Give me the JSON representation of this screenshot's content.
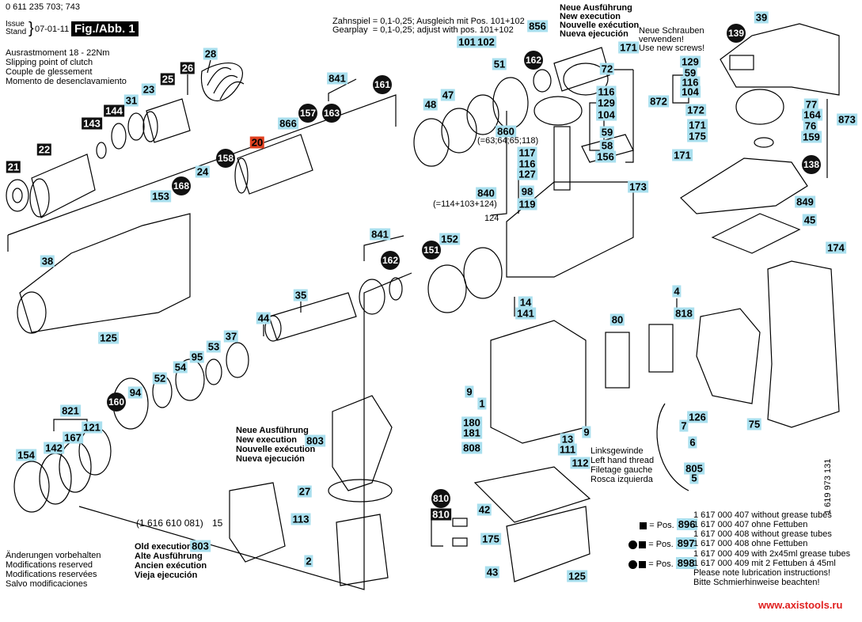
{
  "header": {
    "part_number": "0 611 235 703; 743",
    "issue_label": "Issue",
    "stand_label": "Stand",
    "date": "07-01-11",
    "figure": "Fig./Abb. 1"
  },
  "notes": {
    "clutch": [
      "Ausrastmoment 18 - 22Nm",
      "Slipping point of clutch",
      "Couple de glessement",
      "Momento de desenclavamiento"
    ],
    "gearplay": [
      "Zahnspiel = 0,1-0,25; Ausgleich mit Pos. 101+102",
      "Gearplay  = 0,1-0,25; adjust with pos. 101+102"
    ],
    "new_execution_top": [
      "Neue Ausführung",
      "New execution",
      "Nouvelle exécution",
      "Nueva ejecución"
    ],
    "new_screws": [
      "Neue Schrauben",
      "verwenden!",
      "Use new screws!"
    ],
    "eq_860": "(=63;64;65;118)",
    "eq_840": "(=114+103+124)",
    "plain_124": "124",
    "new_execution_bottom": [
      "Neue Ausführung",
      "New execution",
      "Nouvelle exécution",
      "Nueva ejecución"
    ],
    "left_thread": [
      "Linksgewinde",
      "Left hand thread",
      "Filetage gauche",
      "Rosca izquierda"
    ],
    "old_part": "(1 616 610 081)",
    "plain_15": "15",
    "old_execution": [
      "Old execution",
      "Alte Ausführung",
      "Ancien exécution",
      "Vieja ejecución"
    ],
    "modifications": [
      "Änderungen vorbehalten",
      "Modifications reserved",
      "Modifications reservées",
      "Salvo modificaciones"
    ],
    "drawing_number": "1 619 973 131"
  },
  "legend": [
    {
      "symbols": "square",
      "prefix": "= Pos.",
      "pos": "896",
      "lines": [
        "1 617 000 407 without grease tubes",
        "1 617 000 407 ohne Fettuben"
      ]
    },
    {
      "symbols": "circle-square",
      "prefix": "= Pos.",
      "pos": "897",
      "lines": [
        "1 617 000 408 without grease tubes",
        "1 617 000 408 ohne Fettuben"
      ]
    },
    {
      "symbols": "circle-square",
      "prefix": "= Pos.",
      "pos": "898",
      "lines": [
        "1 617 000 409 with 2x45ml grease tubes",
        "1 617 000 409 mit 2 Fettuben á 45ml",
        "Please note lubrication instructions!",
        "Bitte Schmierhinweise beachten!"
      ]
    }
  ],
  "website": "www.axistools.ru",
  "colors": {
    "callout": "#a9dfee",
    "dark": "#111111",
    "highlight": "#e0401f",
    "website": "#e0201f"
  },
  "callouts": [
    {
      "n": "28",
      "kind": "blue"
    },
    {
      "n": "23",
      "kind": "blue"
    },
    {
      "n": "31",
      "kind": "blue"
    },
    {
      "n": "24",
      "kind": "blue"
    },
    {
      "n": "153",
      "kind": "blue"
    },
    {
      "n": "38",
      "kind": "blue"
    },
    {
      "n": "125",
      "kind": "blue"
    },
    {
      "n": "35",
      "kind": "blue"
    },
    {
      "n": "44",
      "kind": "blue"
    },
    {
      "n": "37",
      "kind": "blue"
    },
    {
      "n": "53",
      "kind": "blue"
    },
    {
      "n": "95",
      "kind": "blue"
    },
    {
      "n": "54",
      "kind": "blue"
    },
    {
      "n": "52",
      "kind": "blue"
    },
    {
      "n": "94",
      "kind": "blue"
    },
    {
      "n": "821",
      "kind": "blue"
    },
    {
      "n": "167",
      "kind": "blue"
    },
    {
      "n": "121",
      "kind": "blue"
    },
    {
      "n": "142",
      "kind": "blue"
    },
    {
      "n": "154",
      "kind": "blue"
    },
    {
      "n": "866",
      "kind": "blue"
    },
    {
      "n": "841",
      "kind": "blue"
    },
    {
      "n": "841",
      "kind": "blue"
    },
    {
      "n": "152",
      "kind": "blue"
    },
    {
      "n": "101",
      "kind": "blue"
    },
    {
      "n": "102",
      "kind": "blue"
    },
    {
      "n": "51",
      "kind": "blue"
    },
    {
      "n": "47",
      "kind": "blue"
    },
    {
      "n": "48",
      "kind": "blue"
    },
    {
      "n": "856",
      "kind": "blue"
    },
    {
      "n": "171",
      "kind": "blue"
    },
    {
      "n": "72",
      "kind": "blue"
    },
    {
      "n": "116",
      "kind": "blue"
    },
    {
      "n": "129",
      "kind": "blue"
    },
    {
      "n": "104",
      "kind": "blue"
    },
    {
      "n": "59",
      "kind": "blue"
    },
    {
      "n": "58",
      "kind": "blue"
    },
    {
      "n": "156",
      "kind": "blue"
    },
    {
      "n": "872",
      "kind": "blue"
    },
    {
      "n": "129",
      "kind": "blue"
    },
    {
      "n": "59",
      "kind": "blue"
    },
    {
      "n": "116",
      "kind": "blue"
    },
    {
      "n": "104",
      "kind": "blue"
    },
    {
      "n": "39",
      "kind": "blue"
    },
    {
      "n": "172",
      "kind": "blue"
    },
    {
      "n": "171",
      "kind": "blue"
    },
    {
      "n": "175",
      "kind": "blue"
    },
    {
      "n": "171",
      "kind": "blue"
    },
    {
      "n": "77",
      "kind": "blue"
    },
    {
      "n": "164",
      "kind": "blue"
    },
    {
      "n": "76",
      "kind": "blue"
    },
    {
      "n": "159",
      "kind": "blue"
    },
    {
      "n": "873",
      "kind": "blue"
    },
    {
      "n": "173",
      "kind": "blue"
    },
    {
      "n": "849",
      "kind": "blue"
    },
    {
      "n": "45",
      "kind": "blue"
    },
    {
      "n": "174",
      "kind": "blue"
    },
    {
      "n": "860",
      "kind": "blue"
    },
    {
      "n": "117",
      "kind": "blue"
    },
    {
      "n": "116",
      "kind": "blue"
    },
    {
      "n": "127",
      "kind": "blue"
    },
    {
      "n": "840",
      "kind": "blue"
    },
    {
      "n": "98",
      "kind": "blue"
    },
    {
      "n": "119",
      "kind": "blue"
    },
    {
      "n": "14",
      "kind": "blue"
    },
    {
      "n": "141",
      "kind": "blue"
    },
    {
      "n": "4",
      "kind": "blue"
    },
    {
      "n": "818",
      "kind": "blue"
    },
    {
      "n": "80",
      "kind": "blue"
    },
    {
      "n": "126",
      "kind": "blue"
    },
    {
      "n": "7",
      "kind": "blue"
    },
    {
      "n": "6",
      "kind": "blue"
    },
    {
      "n": "805",
      "kind": "blue"
    },
    {
      "n": "5",
      "kind": "blue"
    },
    {
      "n": "75",
      "kind": "blue"
    },
    {
      "n": "9",
      "kind": "blue"
    },
    {
      "n": "1",
      "kind": "blue"
    },
    {
      "n": "9",
      "kind": "blue"
    },
    {
      "n": "180",
      "kind": "blue"
    },
    {
      "n": "181",
      "kind": "blue"
    },
    {
      "n": "808",
      "kind": "blue"
    },
    {
      "n": "13",
      "kind": "blue"
    },
    {
      "n": "111",
      "kind": "blue"
    },
    {
      "n": "112",
      "kind": "blue"
    },
    {
      "n": "803",
      "kind": "blue"
    },
    {
      "n": "27",
      "kind": "blue"
    },
    {
      "n": "113",
      "kind": "blue"
    },
    {
      "n": "803",
      "kind": "blue"
    },
    {
      "n": "2",
      "kind": "blue"
    },
    {
      "n": "42",
      "kind": "blue"
    },
    {
      "n": "175",
      "kind": "blue"
    },
    {
      "n": "43",
      "kind": "blue"
    },
    {
      "n": "125",
      "kind": "blue"
    },
    {
      "n": "143",
      "kind": "black"
    },
    {
      "n": "144",
      "kind": "black"
    },
    {
      "n": "22",
      "kind": "black"
    },
    {
      "n": "21",
      "kind": "black"
    },
    {
      "n": "25",
      "kind": "black"
    },
    {
      "n": "26",
      "kind": "black"
    },
    {
      "n": "810",
      "kind": "black"
    },
    {
      "n": "20",
      "kind": "red"
    },
    {
      "n": "161",
      "kind": "circle"
    },
    {
      "n": "157",
      "kind": "circle"
    },
    {
      "n": "163",
      "kind": "circle"
    },
    {
      "n": "168",
      "kind": "circle"
    },
    {
      "n": "158",
      "kind": "circle"
    },
    {
      "n": "160",
      "kind": "circle"
    },
    {
      "n": "162",
      "kind": "circle"
    },
    {
      "n": "151",
      "kind": "circle"
    },
    {
      "n": "162",
      "kind": "circle"
    },
    {
      "n": "139",
      "kind": "circle"
    },
    {
      "n": "138",
      "kind": "circle"
    },
    {
      "n": "810",
      "kind": "circle"
    }
  ]
}
